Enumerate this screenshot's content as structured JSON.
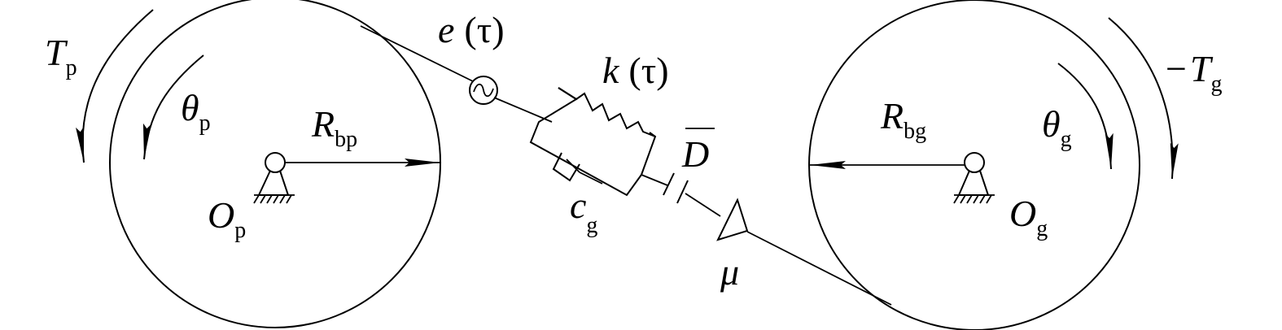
{
  "labels": {
    "Tp": {
      "main": "T",
      "sub": "p"
    },
    "theta_p": {
      "main": "θ",
      "sub": "p"
    },
    "Rbp": {
      "main": "R",
      "sub": "bp"
    },
    "Op": {
      "main": "O",
      "sub": "p"
    },
    "e_tau": {
      "main": "e",
      "arg": "(τ)"
    },
    "k_tau": {
      "main": "k",
      "arg": "(τ)"
    },
    "D": {
      "main": "D"
    },
    "cg": {
      "main": "c",
      "sub": "g"
    },
    "mu": {
      "main": "μ"
    },
    "Rbg": {
      "main": "R",
      "sub": "bg"
    },
    "theta_g": {
      "main": "θ",
      "sub": "g"
    },
    "Tg": {
      "prefix": "−",
      "main": "T",
      "sub": "g"
    },
    "Og": {
      "main": "O",
      "sub": "g"
    }
  },
  "colors": {
    "line": "#000000",
    "background": "#ffffff"
  }
}
